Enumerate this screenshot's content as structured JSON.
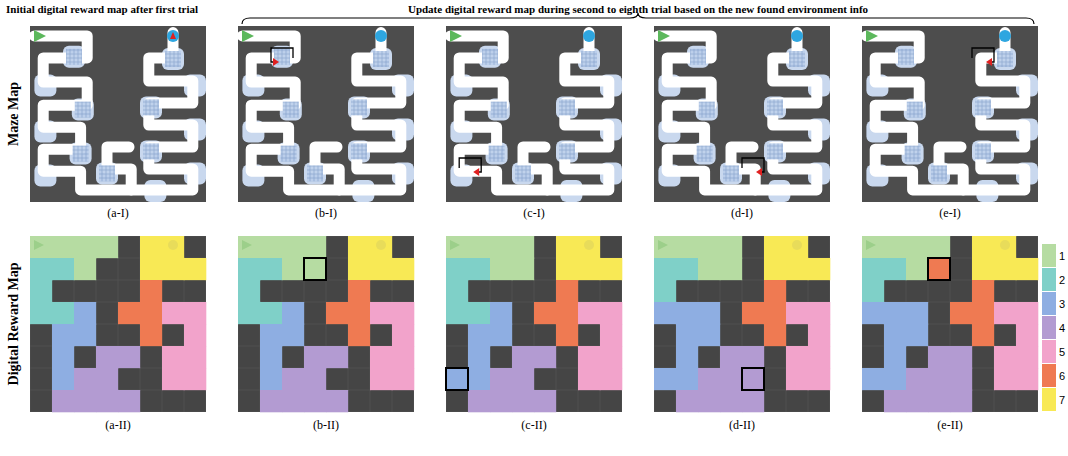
{
  "diagram": {
    "labels": [
      "Initial digital reward map after first trial",
      "Update digital reward map during second to eighth trial based on the new found environment info",
      "Maze Map",
      "Digital Reward Map",
      "(a-I)",
      "(b-I)",
      "(c-I)",
      "(d-I)",
      "(e-I)",
      "(a-II)",
      "(b-II)",
      "(c-II)",
      "(d-II)",
      "(e-II)"
    ],
    "legend": [
      {
        "text": "1",
        "color": "#b6dca2"
      },
      {
        "text": "2",
        "color": "#7fd0c8"
      },
      {
        "text": "3",
        "color": "#8eaee2"
      },
      {
        "text": "4",
        "color": "#b39bd2"
      },
      {
        "text": "5",
        "color": "#f2a3cb"
      },
      {
        "text": "6",
        "color": "#ef7a52"
      },
      {
        "text": "7",
        "color": "#f8e955"
      }
    ]
  }
}
